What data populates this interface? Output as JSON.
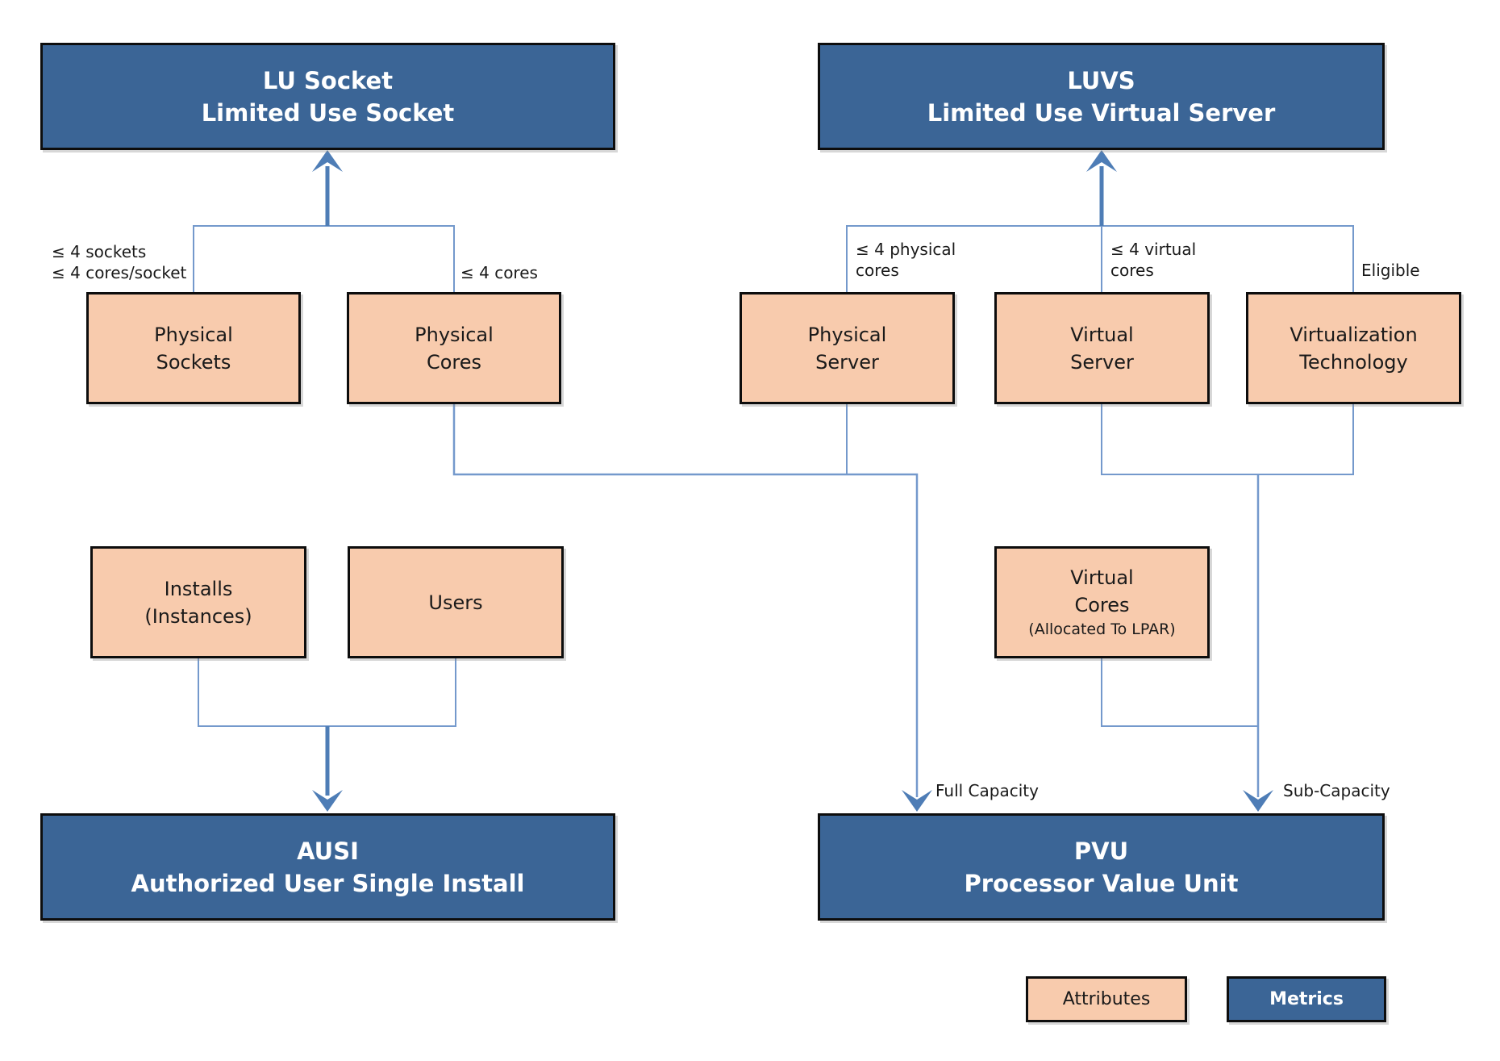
{
  "boxes": {
    "lu_socket": {
      "line1": "LU Socket",
      "line2": "Limited Use Socket"
    },
    "luvs": {
      "line1": "LUVS",
      "line2": "Limited Use Virtual Server"
    },
    "ausi": {
      "line1": "AUSI",
      "line2": "Authorized User Single Install"
    },
    "pvu": {
      "line1": "PVU",
      "line2": "Processor Value Unit"
    },
    "physical_sockets": {
      "line1": "Physical",
      "line2": "Sockets"
    },
    "physical_cores": {
      "line1": "Physical",
      "line2": "Cores"
    },
    "physical_server": {
      "line1": "Physical",
      "line2": "Server"
    },
    "virtual_server": {
      "line1": "Virtual",
      "line2": "Server"
    },
    "virtualization_technology": {
      "line1": "Virtualization",
      "line2": "Technology"
    },
    "installs": {
      "line1": "Installs",
      "line2": "(Instances)"
    },
    "users": {
      "line1": "Users"
    },
    "virtual_cores": {
      "line1": "Virtual",
      "line2": "Cores",
      "line3": "(Allocated To LPAR)"
    }
  },
  "connector_labels": {
    "sockets_limit": [
      "≤ 4 sockets",
      "≤ 4 cores/socket"
    ],
    "cores_limit": "≤ 4 cores",
    "physical_cores_limit": [
      "≤ 4 physical",
      "cores"
    ],
    "virtual_cores_limit": [
      "≤ 4 virtual",
      "cores"
    ],
    "eligible": "Eligible",
    "full_capacity": "Full Capacity",
    "sub_capacity": "Sub-Capacity"
  },
  "legend": {
    "attributes_label": "Attributes",
    "metrics_label": "Metrics"
  },
  "colors": {
    "metric_fill": "#3B6596",
    "attribute_fill": "#F8CBAD",
    "border": "#0D0D0D",
    "connector_line": "#7499CC",
    "arrowhead": "#4E7DB6",
    "text_dark": "#1A1A1A",
    "text_light": "#FFFFFF",
    "background": "#FFFFFF"
  }
}
